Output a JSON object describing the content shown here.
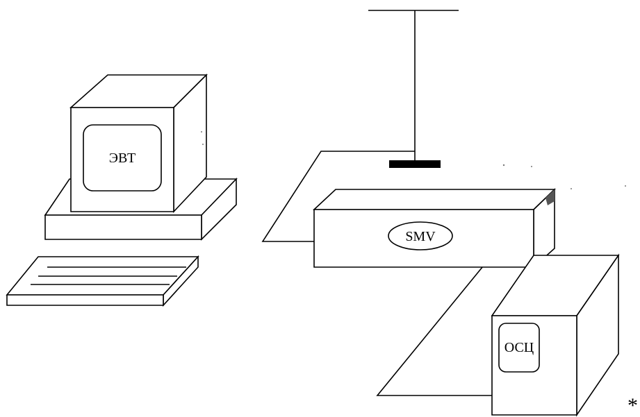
{
  "labels": {
    "computer": "ЭВТ",
    "device": "SMV",
    "oscilloscope": "ОСЦ"
  },
  "footnote_mark": "*"
}
